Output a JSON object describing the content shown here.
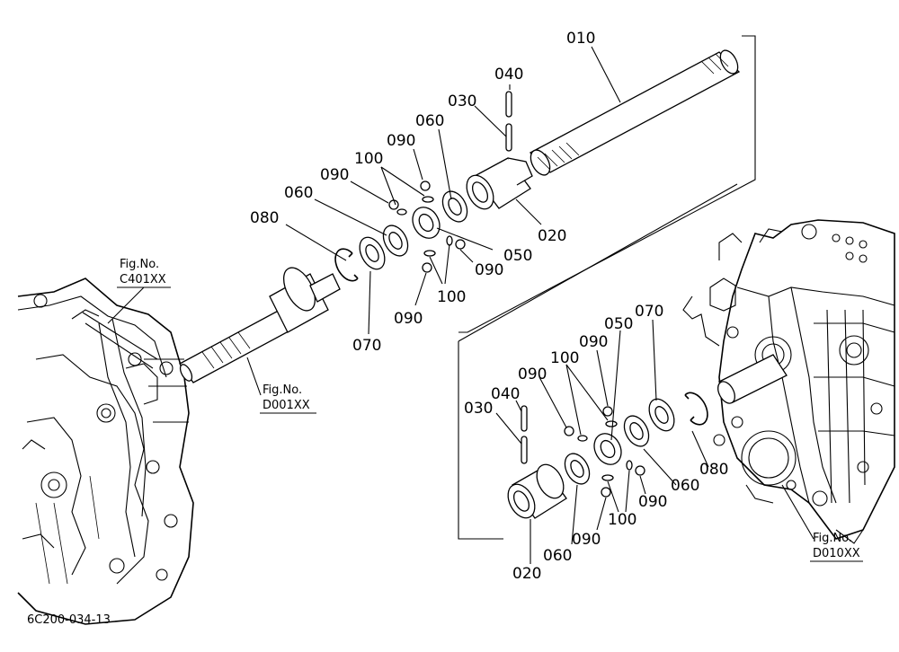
{
  "diagram": {
    "drawing_code": "6C200-034-13",
    "labels": {
      "p010": "010",
      "p040_top": "040",
      "p030_top": "030",
      "p060_top_a": "060",
      "p090_top_a": "090",
      "p100_top_a": "100",
      "p090_top_b": "090",
      "p060_top_b": "060",
      "p080_top": "080",
      "p020_top": "020",
      "p050_top": "050",
      "p090_top_c": "090",
      "p100_top_b": "100",
      "p090_top_d": "090",
      "p070_top": "070",
      "p050_bot": "050",
      "p070_bot": "070",
      "p090_bot_a": "090",
      "p100_bot_a": "100",
      "p090_bot_b": "090",
      "p040_bot": "040",
      "p030_bot": "030",
      "p060_bot_a": "060",
      "p080_bot": "080",
      "p090_bot_c": "090",
      "p100_bot_b": "100",
      "p090_bot_d": "090",
      "p060_bot_b": "060",
      "p020_bot": "020"
    },
    "fig_refs": [
      {
        "title": "Fig.No.",
        "code": "C401XX"
      },
      {
        "title": "Fig.No.",
        "code": "D001XX"
      },
      {
        "title": "Fig.No.",
        "code": "D010XX"
      }
    ]
  }
}
